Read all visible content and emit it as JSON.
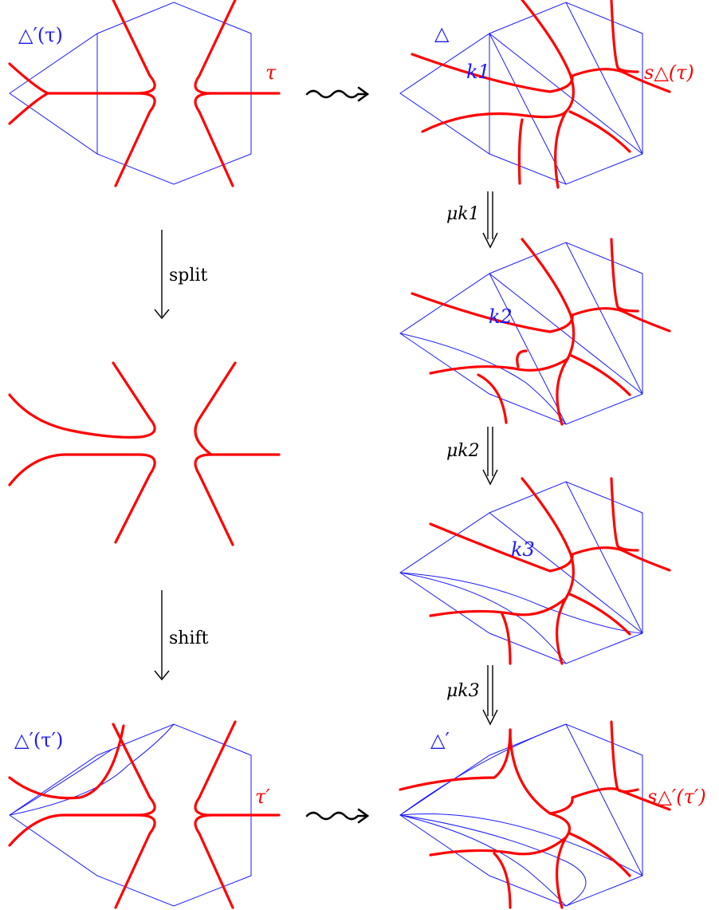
{
  "labels": {
    "top_left_triangulation": "△′(τ)",
    "top_left_tau": "τ",
    "top_right_triangulation": "△",
    "top_right_s": "s△(τ)",
    "k1": "k1",
    "k2": "k2",
    "k3": "k3",
    "mu_k1": "μk1",
    "mu_k2": "μk2",
    "mu_k3": "μk3",
    "split": "split",
    "shift": "shift",
    "bottom_left_triangulation": "△′(τ′)",
    "bottom_left_tau_prime": "τ′",
    "bottom_right_triangulation": "△′",
    "bottom_right_s": "s△′(τ′)"
  },
  "colors": {
    "triangulation": "#1a1aff",
    "lamination": "#ff0000",
    "arrows": "#000000"
  }
}
